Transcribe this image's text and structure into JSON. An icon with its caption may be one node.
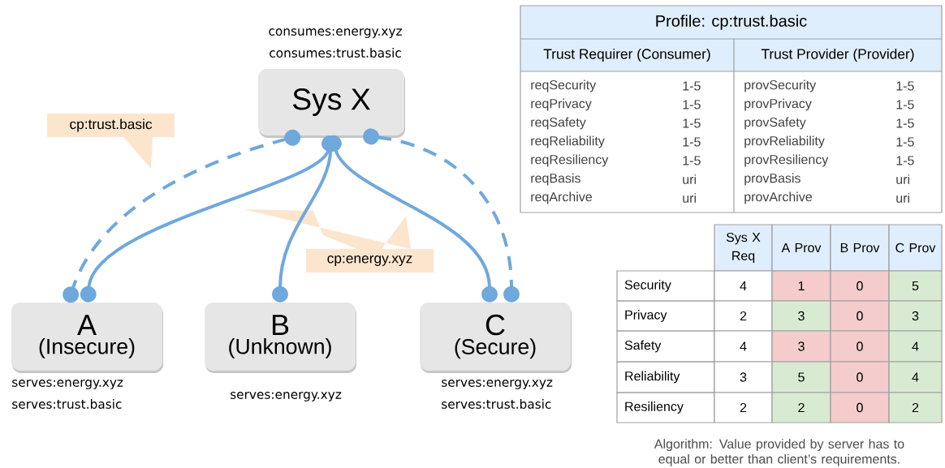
{
  "diagram": {
    "nodes": [
      {
        "text": [
          "Sys X"
        ],
        "beside": [
          "consumes:energy.xyz",
          "consumes:trust.basic"
        ]
      },
      {
        "text": [
          "A",
          "(Insecure)"
        ],
        "beside": [
          "serves:energy.xyz",
          "serves:trust.basic"
        ]
      },
      {
        "text": [
          "B",
          "(Unknown)"
        ],
        "beside": [
          "serves:energy.xyz"
        ]
      },
      {
        "text": [
          "C",
          "(Secure)"
        ],
        "beside": [
          "serves:energy.xyz",
          "serves:trust.basic"
        ]
      },
      {
        "text": [
          "cp:trust.basic"
        ]
      },
      {
        "text": [
          "cp:energy.xyz"
        ]
      }
    ],
    "edges": [
      {
        "from": 0,
        "to": 1,
        "arrow": "other",
        "style": "dashed"
      },
      {
        "from": 0,
        "to": 1,
        "arrow": "other"
      },
      {
        "from": 0,
        "to": 2,
        "arrow": "other"
      },
      {
        "from": 0,
        "to": 3,
        "arrow": "other"
      },
      {
        "from": 0,
        "to": 3,
        "arrow": "other",
        "style": "dashed"
      }
    ],
    "labels": [
      "Profile: cp:trust.basic",
      "Trust Requirer (Consumer)",
      "Trust Provider (Provider)",
      "reqSecurity",
      "1-5",
      "provSecurity",
      "1-5",
      "reqPrivacy",
      "1-5",
      "provPrivacy",
      "1-5",
      "reqSafety",
      "1-5",
      "provSafety",
      "1-5",
      "reqReliability",
      "1-5",
      "provReliability",
      "1-5",
      "reqResiliency",
      "1-5",
      "provResiliency",
      "1-5",
      "reqBasis",
      "uri",
      "provBasis",
      "uri",
      "reqArchive",
      "uri",
      "provArchive",
      "uri",
      "Sys X Req",
      "A Prov",
      "B Prov",
      "C Prov",
      "Security",
      "4",
      "1",
      "0",
      "5",
      "Privacy",
      "2",
      "3",
      "0",
      "3",
      "Safety",
      "4",
      "3",
      "0",
      "4",
      "Reliability",
      "3",
      "5",
      "0",
      "4",
      "Resiliency",
      "2",
      "2",
      "0",
      "2",
      "Algorithm: Value provided by server has to equal or better than client’s requirements."
    ]
  }
}
